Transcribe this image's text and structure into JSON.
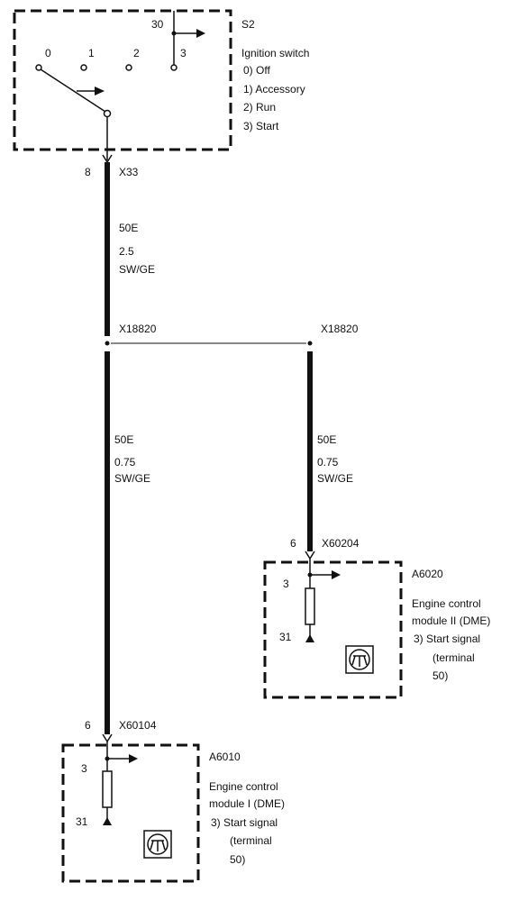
{
  "switch": {
    "ref": "S2",
    "title": "Ignition switch",
    "positions": [
      "0",
      "1",
      "2",
      "3"
    ],
    "terminal_30": "30",
    "legend": [
      "0)  Off",
      "1)  Accessory",
      "2)  Run",
      "3)  Start"
    ]
  },
  "x33": {
    "pin": "8",
    "label": "X33"
  },
  "wire_top": {
    "signal": "50E",
    "gauge": "2.5",
    "color": "SW/GE"
  },
  "splice": {
    "left": "X18820",
    "right": "X18820"
  },
  "wire_left": {
    "signal": "50E",
    "gauge": "0.75",
    "color": "SW/GE"
  },
  "wire_right": {
    "signal": "50E",
    "gauge": "0.75",
    "color": "SW/GE"
  },
  "module2": {
    "pin": "6",
    "connector": "X60204",
    "ref": "A6020",
    "term3": "3",
    "term31": "31",
    "desc": [
      "Engine control",
      "module II (DME)",
      "3)  Start signal",
      "(terminal",
      "50)"
    ]
  },
  "module1": {
    "pin": "6",
    "connector": "X60104",
    "ref": "A6010",
    "term3": "3",
    "term31": "31",
    "desc": [
      "Engine control",
      "module I (DME)",
      "3)  Start signal",
      "(terminal",
      "50)"
    ]
  }
}
